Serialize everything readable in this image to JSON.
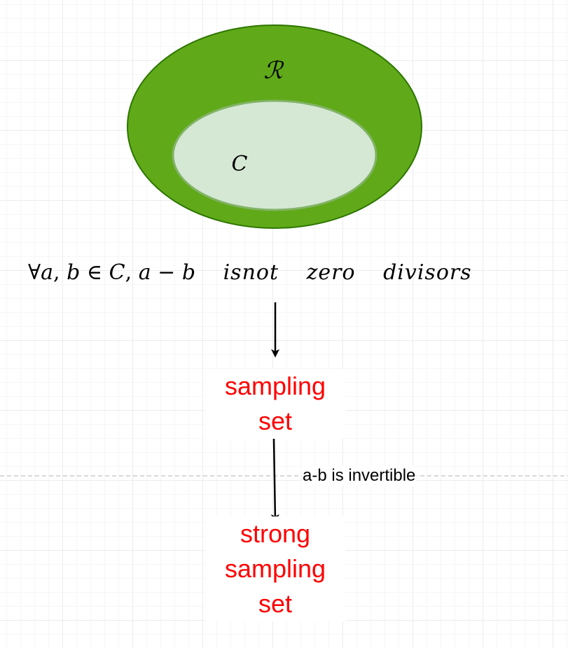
{
  "colors": {
    "outer_fill": "#60a918",
    "outer_stroke": "#2d7600",
    "inner_fill": "#d5e8d4",
    "inner_stroke": "#82b366",
    "highlight_text": "#ff0000",
    "text": "#000000",
    "dashed_line": "#b0b0b0"
  },
  "sets": {
    "outer_label": "ℛ",
    "inner_label": "C"
  },
  "formula": {
    "forall": "∀",
    "a": "a",
    "comma1": ",",
    "b": "b",
    "in": "∈",
    "C": "C",
    "comma2": ",",
    "a2": "a",
    "minus": "−",
    "b2": "b",
    "isnot": "isnot",
    "zero": "zero",
    "divisors": "divisors"
  },
  "nodes": {
    "sampling_set": {
      "line1": "sampling",
      "line2": "set"
    },
    "strong_sampling_set": {
      "line1": "strong",
      "line2": "sampling",
      "line3": "set"
    }
  },
  "edges": {
    "invertible_label": "a-b is invertible"
  }
}
